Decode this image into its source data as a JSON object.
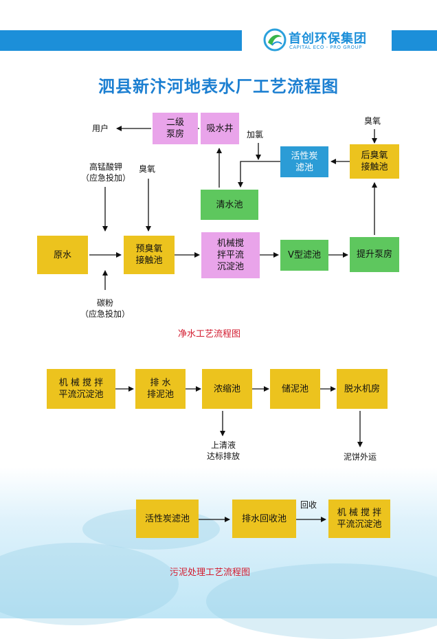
{
  "header": {
    "logo_cn": "首创环保集团",
    "logo_en": "CAPITAL ECO - PRO GROUP",
    "title": "泗县新汴河地表水厂工艺流程图"
  },
  "water_flow": {
    "nodes": {
      "raw_water": "原水",
      "pre_ozone": "预臭氧\n接触池",
      "sedimentation": "机械搅\n拌平流\n沉淀池",
      "v_filter": "V型滤池",
      "lift_pump": "提升泵房",
      "post_ozone": "后臭氧\n接触池",
      "carbon_filter": "活性炭\n滤池",
      "clear_water": "清水池",
      "suction_well": "吸水井",
      "secondary_pump": "二级\n泵房"
    },
    "labels": {
      "user": "用户",
      "permanganate": "高锰酸钾\n（应急投加）",
      "ozone_pre": "臭氧",
      "chlorine": "加氯",
      "ozone_post": "臭氧",
      "carbon_powder": "碳粉\n（应急投加）"
    },
    "caption": "净水工艺流程图"
  },
  "sludge_flow": {
    "nodes": {
      "sedimentation": "机 械 搅 拌\n平流沉淀池",
      "drain_pit": "排   水\n排泥池",
      "thickener": "浓缩池",
      "sludge_storage": "储泥池",
      "dewatering": "脱水机房",
      "carbon_filter": "活性炭滤池",
      "recovery_pit": "排水回收池",
      "sedimentation2": "机 械 搅 拌\n平流沉淀池"
    },
    "labels": {
      "supernatant": "上清液\n达标排放",
      "cake": "泥饼外运",
      "recycle": "回收"
    },
    "caption": "污泥处理工艺流程图"
  },
  "colors": {
    "brand_blue": "#1c8fd9",
    "title_blue": "#1c7fd1",
    "yellow": "#ecc31e",
    "pink": "#e9a4ea",
    "green": "#5ec75e",
    "blue_box": "#2b9cd6",
    "caption_red": "#d21a2e"
  }
}
